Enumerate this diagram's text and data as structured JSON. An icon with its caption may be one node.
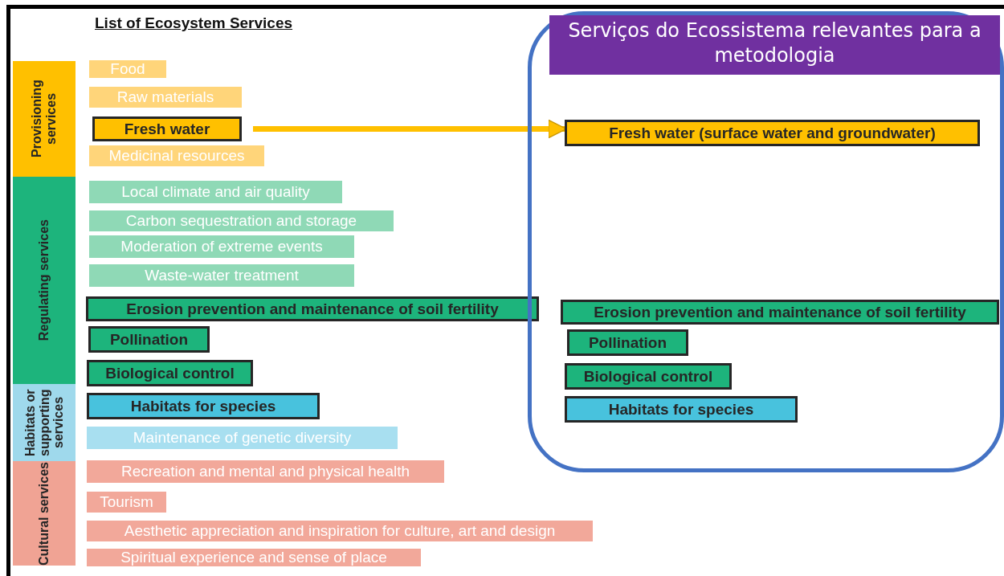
{
  "diagram": {
    "title": "List of Ecosystem Services",
    "nodes": [
      {
        "text": [
          "Provisioning services"
        ]
      },
      {
        "text": [
          "Food"
        ]
      },
      {
        "text": [
          "Raw materials"
        ]
      },
      {
        "text": [
          "Fresh water"
        ]
      },
      {
        "text": [
          "Medicinal resources"
        ]
      },
      {
        "text": [
          "Regulating services"
        ]
      },
      {
        "text": [
          "Local climate and air quality"
        ]
      },
      {
        "text": [
          "Carbon sequestration and storage"
        ]
      },
      {
        "text": [
          "Moderation of extreme events"
        ]
      },
      {
        "text": [
          "Waste-water treatment"
        ]
      },
      {
        "text": [
          "Erosion prevention and maintenance of soil fertility"
        ]
      },
      {
        "text": [
          "Pollination"
        ]
      },
      {
        "text": [
          "Biological control"
        ]
      },
      {
        "text": [
          "Habitats or supporting services"
        ]
      },
      {
        "text": [
          "Habitats for species"
        ]
      },
      {
        "text": [
          "Maintenance of genetic diversity"
        ]
      },
      {
        "text": [
          "Cultural services"
        ]
      },
      {
        "text": [
          "Recreation and mental and physical health"
        ]
      },
      {
        "text": [
          "Tourism"
        ]
      },
      {
        "text": [
          "Aesthetic appreciation and inspiration for culture, art and design"
        ]
      },
      {
        "text": [
          "Spiritual experience and sense of place"
        ]
      },
      {
        "text": [
          "Serviços do Ecossistema relevantes para a metodologia"
        ]
      },
      {
        "text": [
          "Fresh water (surface water and groundwater)"
        ],
        "in": 21
      },
      {
        "text": [
          "Erosion prevention and maintenance of soil fertility"
        ],
        "in": 21
      },
      {
        "text": [
          "Pollination"
        ],
        "in": 21
      },
      {
        "text": [
          "Biological control"
        ],
        "in": 21
      },
      {
        "text": [
          "Habitats for species"
        ],
        "in": 21
      }
    ],
    "edges": [
      {
        "from": 3,
        "to": 22,
        "arrow": "to"
      }
    ]
  }
}
